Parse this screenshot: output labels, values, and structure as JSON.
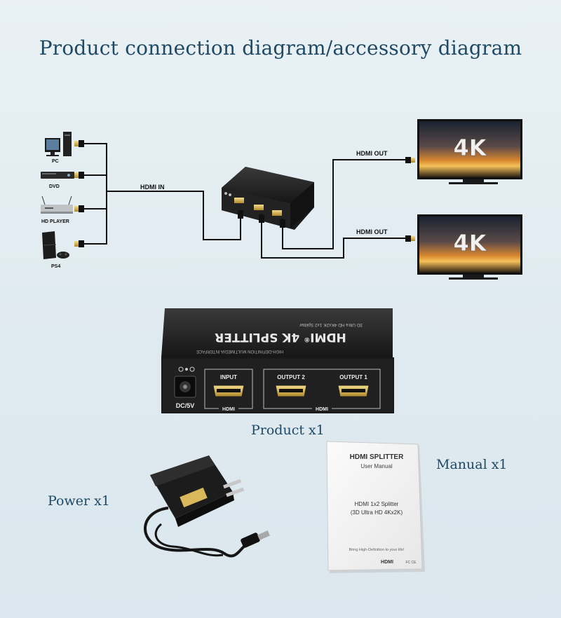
{
  "title": "Product connection diagram/accessory diagram",
  "sources": [
    {
      "label": "PC",
      "icon": "pc-icon"
    },
    {
      "label": "DVD",
      "icon": "dvd-icon"
    },
    {
      "label": "HD PLAYER",
      "icon": "hd-player-icon"
    },
    {
      "label": "PS4",
      "icon": "ps4-icon"
    }
  ],
  "connections": {
    "input_label": "HDMI IN",
    "output_label_1": "HDMI OUT",
    "output_label_2": "HDMI OUT"
  },
  "tv": {
    "badge": "4K"
  },
  "splitter": {
    "brand": "HDMI",
    "brand_mark": "®",
    "product": "4K SPLITTER",
    "subtitle": "3D Ultra HD 4Kx2K 1x2 Splitter",
    "fine_print": "HIGH-DEFINITION MULTIMEDIA INTERFACE",
    "ports": {
      "power": "DC/5V",
      "input": "INPUT",
      "output2": "OUTPUT 2",
      "output1": "OUTPUT 1",
      "hdmi_a": "HDMI",
      "hdmi_b": "HDMI"
    }
  },
  "manual": {
    "title": "HDMI SPLITTER",
    "subtitle": "User Manual",
    "line1": "HDMI 1x2 Splitter",
    "line2": "(3D Ultra HD 4Kx2K)",
    "tagline": "Bring High-Definition to your life!",
    "logo": "HDMI",
    "marks": "FC CE"
  },
  "captions": {
    "product": "Product x1",
    "manual": "Manual x1",
    "power": "Power x1"
  }
}
